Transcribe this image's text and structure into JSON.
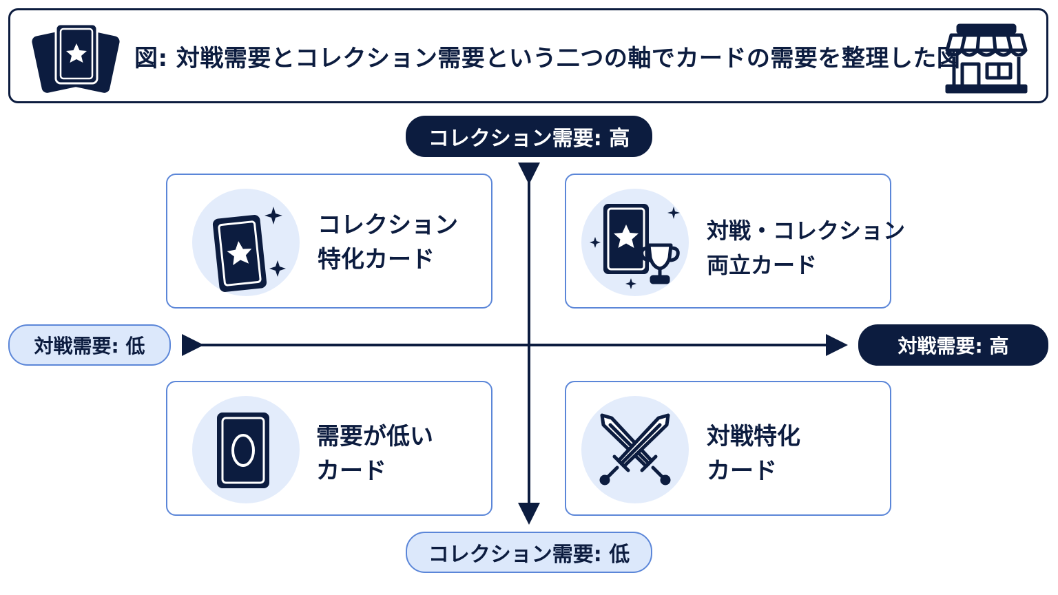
{
  "header": {
    "title": "図: 対戦需要とコレクション需要という二つの軸でカードの需要を整理した図",
    "left_icon": "cards-star-icon",
    "right_icon": "store-icon"
  },
  "axes": {
    "y_high": "コレクション需要: 高",
    "y_low": "コレクション需要: 低",
    "x_low": "対戦需要: 低",
    "x_high": "対戦需要: 高"
  },
  "quadrants": {
    "top_left": {
      "icon": "star-card-sparkle-icon",
      "line1": "コレクション",
      "line2": "特化カード"
    },
    "top_right": {
      "icon": "card-trophy-icon",
      "line1": "対戦・コレクション",
      "line2": "両立カード"
    },
    "bottom_left": {
      "icon": "plain-card-icon",
      "line1": "需要が低い",
      "line2": "カード"
    },
    "bottom_right": {
      "icon": "crossed-swords-icon",
      "line1": "対戦特化",
      "line2": "カード"
    }
  },
  "colors": {
    "navy": "#0c1c3f",
    "light_blue_fill": "#dce8fb",
    "blue_border": "#5b86d8",
    "icon_circle": "#e3ecfb"
  }
}
